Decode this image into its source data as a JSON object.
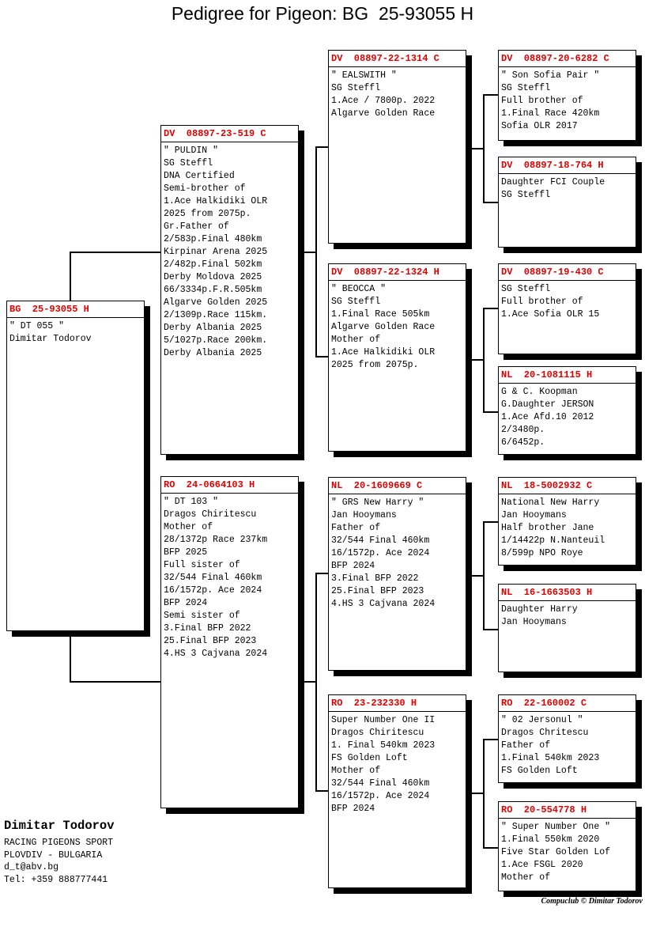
{
  "title": "Pedigree for Pigeon: BG  25-93055 H",
  "colors": {
    "header_red": "#e00000",
    "line_black": "#000000"
  },
  "pedigree": {
    "subject": {
      "ring": "BG  25-93055 H",
      "body": "\" DT 055 \"\nDimitar Todorov"
    },
    "sire": {
      "ring": "DV  08897-23-519 C",
      "body": "\" PULDIN \"\nSG Steffl\nDNA Certified\nSemi-brother of\n1.Ace Halkidiki OLR\n2025 from 2075p.\nGr.Father of\n2/583p.Final 480km\nKirpinar Arena 2025\n2/482p.Final 502km\nDerby Moldova 2025\n66/3334p.F.R.505km\nAlgarve Golden 2025\n2/1309p.Race 115km.\nDerby Albania 2025\n5/1027p.Race 200km.\nDerby Albania 2025"
    },
    "dam": {
      "ring": "RO  24-0664103 H",
      "body": "\" DT 103 \"\nDragos Chiritescu\nMother of\n28/1372p Race 237km\nBFP 2025\nFull sister of\n32/544 Final 460km\n16/1572p. Ace 2024\nBFP 2024\nSemi sister of\n3.Final BFP 2022\n25.Final BFP 2023\n4.HS 3 Cajvana 2024"
    },
    "sire_sire": {
      "ring": "DV  08897-22-1314 C",
      "body": "\" EALSWITH \"\nSG Steffl\n1.Ace / 7800p. 2022\nAlgarve Golden Race"
    },
    "sire_dam": {
      "ring": "DV  08897-22-1324 H",
      "body": "\" BEOCCA \"\nSG Steffl\n1.Final Race 505km\nAlgarve Golden Race\nMother of\n1.Ace Halkidiki OLR\n2025 from 2075p."
    },
    "dam_sire": {
      "ring": "NL  20-1609669 C",
      "body": "\" GRS New Harry \"\nJan Hooymans\nFather of\n32/544 Final 460km\n16/1572p. Ace 2024\nBFP 2024\n3.Final BFP 2022\n25.Final BFP 2023\n4.HS 3 Cajvana 2024"
    },
    "dam_dam": {
      "ring": "RO  23-232330 H",
      "body": "Super Number One II\nDragos Chiritescu\n1. Final 540km 2023\nFS Golden Loft\nMother of\n32/544 Final 460km\n16/1572p. Ace 2024\nBFP 2024"
    },
    "sire_sire_sire": {
      "ring": "DV  08897-20-6282 C",
      "body": "\" Son Sofia Pair \"\nSG Steffl\nFull brother of\n1.Final Race 420km\nSofia OLR 2017"
    },
    "sire_sire_dam": {
      "ring": "DV  08897-18-764 H",
      "body": "Daughter FCI Couple\nSG Steffl"
    },
    "sire_dam_sire": {
      "ring": "DV  08897-19-430 C",
      "body": "SG Steffl\nFull brother of\n1.Ace Sofia OLR 15"
    },
    "sire_dam_dam": {
      "ring": "NL  20-1081115 H",
      "body": "G & C. Koopman\nG.Daughter JERSON\n1.Ace Afd.10 2012\n2/3480p.\n6/6452p."
    },
    "dam_sire_sire": {
      "ring": "NL  18-5002932 C",
      "body": "National New Harry\nJan Hooymans\nHalf brother Jane\n1/14422p N.Nanteuil\n8/599p NPO Roye"
    },
    "dam_sire_dam": {
      "ring": "NL  16-1663503 H",
      "body": "Daughter Harry\nJan Hooymans"
    },
    "dam_dam_sire": {
      "ring": "RO  22-160002 C",
      "body": "\" 02 Jersonul \"\nDragos Chritescu\nFather of\n1.Final 540km 2023\nFS Golden Loft"
    },
    "dam_dam_dam": {
      "ring": "RO  20-554778 H",
      "body": "\" Super Number One \"\n1.Final 550km 2020\nFive Star Golden Lof\n1.Ace FSGL 2020\nMother of"
    }
  },
  "owner": {
    "name": "Dimitar Todorov",
    "line1": "RACING PIGEONS SPORT",
    "line2": "PLOVDIV - BULGARIA",
    "email": "d_t@abv.bg",
    "phone": "Tel: +359 888777441"
  },
  "footer_credit": "Compuclub © Dimitar Todorov"
}
